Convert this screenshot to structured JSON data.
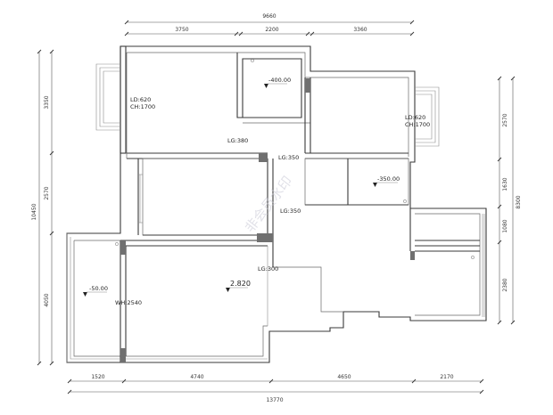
{
  "dimensions": {
    "top_total": "9660",
    "top_1": "3750",
    "top_2": "2200",
    "top_3": "3360",
    "bottom_total": "13770",
    "bottom_1": "1520",
    "bottom_2": "4740",
    "bottom_3": "4650",
    "bottom_4": "2170",
    "left_total": "10450",
    "left_1": "3350",
    "left_2": "2570",
    "left_3": "4050",
    "right_total": "8300",
    "right_1": "2570",
    "right_2": "1630",
    "right_3": "1080",
    "right_4": "2380"
  },
  "labels": {
    "ld_left": "LD:620",
    "ch_left": "CH:1700",
    "ld_right": "LD:620",
    "ch_right": "CH:1700",
    "lg_380": "LG:380",
    "lg_350_a": "LG:350",
    "lg_350_b": "LG:350",
    "lg_300": "LG:300",
    "wh": "WH:2540"
  },
  "levels": {
    "l1": "-400.00",
    "l2": "-350.00",
    "l3": "-50.00",
    "l4": "2.820"
  },
  "watermark": "非会员水印"
}
